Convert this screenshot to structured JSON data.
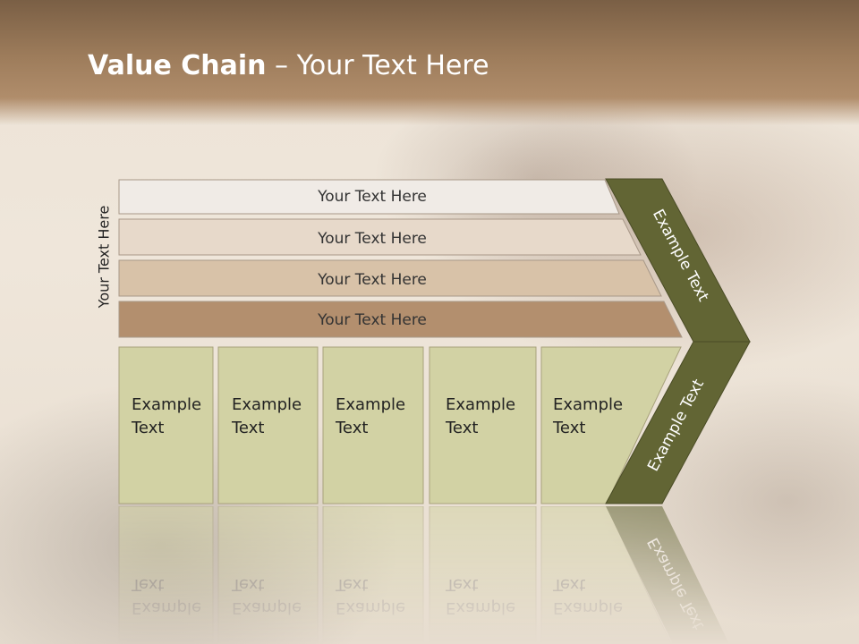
{
  "slide": {
    "title_bold": "Value Chain",
    "title_rest": " – Your Text Here",
    "side_label": "Your Text Here"
  },
  "rows": [
    {
      "label": "Your Text Here",
      "fill": "#f0ebe6"
    },
    {
      "label": "Your Text Here",
      "fill": "#e7d9ca"
    },
    {
      "label": "Your Text Here",
      "fill": "#d8c2a8"
    },
    {
      "label": "Your Text Here",
      "fill": "#b38f6e"
    }
  ],
  "cells": [
    {
      "line1": "Example",
      "line2": "Text"
    },
    {
      "line1": "Example",
      "line2": "Text"
    },
    {
      "line1": "Example",
      "line2": "Text"
    },
    {
      "line1": "Example",
      "line2": "Text"
    },
    {
      "line1": "Example",
      "line2": "Text"
    }
  ],
  "chevron": {
    "upper_label": "Example Text",
    "lower_label": "Example Text",
    "color": "#626534"
  },
  "colors": {
    "cell_fill": "#d2d2a4",
    "cell_stroke": "#a8a27c",
    "header": "#8f6f50"
  }
}
